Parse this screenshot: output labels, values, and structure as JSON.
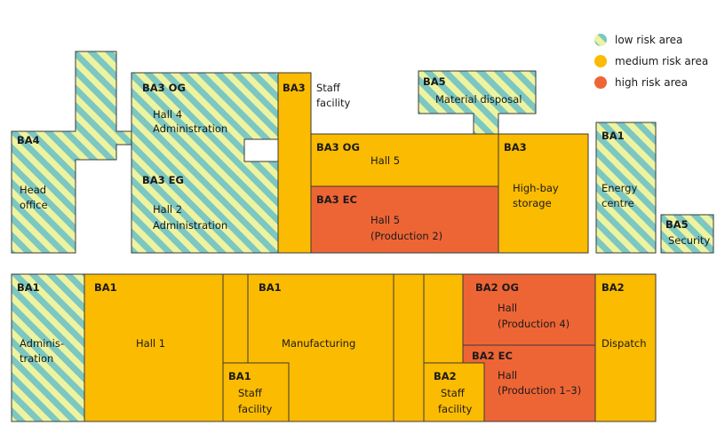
{
  "colors": {
    "low_stripe_a": "#7cc7c1",
    "low_stripe_b": "#eef3a0",
    "medium": "#fbbb00",
    "high": "#ee6535",
    "stroke": "#3a3a3a",
    "text": "#1a1a1a"
  },
  "legend": {
    "low": "low risk area",
    "medium": "medium risk area",
    "high": "high risk area"
  },
  "areas": {
    "ba4_head_office": {
      "code": "BA4",
      "line1": "Head",
      "line2": "office",
      "risk": "low"
    },
    "ba3_og_hall4": {
      "code": "BA3 OG",
      "line1": "Hall 4",
      "line2": "Administration",
      "risk": "low"
    },
    "ba3_eg_hall2": {
      "code": "BA3 EG",
      "line1": "Hall 2",
      "line2": "Administration",
      "risk": "low"
    },
    "ba3_staff": {
      "code": "BA3",
      "line1": "Staff",
      "line2": "facility",
      "risk": "medium"
    },
    "ba5_material": {
      "code": "BA5",
      "line1": "Material disposal",
      "risk": "low"
    },
    "ba3_og_hall5": {
      "code": "BA3 OG",
      "line1": "Hall 5",
      "risk": "medium"
    },
    "ba3_ec_hall5": {
      "code": "BA3 EC",
      "line1": "Hall 5",
      "line2": "(Production 2)",
      "risk": "high"
    },
    "ba3_highbay": {
      "code": "BA3",
      "line1": "High-bay",
      "line2": "storage",
      "risk": "medium"
    },
    "ba1_energy": {
      "code": "BA1",
      "line1": "Energy",
      "line2": "centre",
      "risk": "low"
    },
    "ba5_security": {
      "code": "BA5",
      "line1": "Security",
      "risk": "low"
    },
    "ba1_admin": {
      "code": "BA1",
      "line1": "Adminis-",
      "line2": "tration",
      "risk": "low"
    },
    "ba1_hall1": {
      "code": "BA1",
      "line1": "Hall 1",
      "risk": "medium"
    },
    "ba1_manufacturing": {
      "code": "BA1",
      "line1": "Manufacturing",
      "risk": "medium"
    },
    "ba1_staff": {
      "code": "BA1",
      "line1": "Staff",
      "line2": "facility",
      "risk": "medium"
    },
    "ba2_og_hall": {
      "code": "BA2 OG",
      "line1": "Hall",
      "line2": "(Production 4)",
      "risk": "high"
    },
    "ba2_ec_hall": {
      "code": "BA2 EC",
      "line1": "Hall",
      "line2": "(Production 1–3)",
      "risk": "high"
    },
    "ba2_staff": {
      "code": "BA2",
      "line1": "Staff",
      "line2": "facility",
      "risk": "medium"
    },
    "ba2_dispatch": {
      "code": "BA2",
      "line1": "Dispatch",
      "risk": "medium"
    }
  }
}
